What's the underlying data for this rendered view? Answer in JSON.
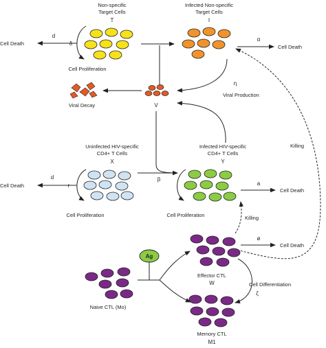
{
  "colors": {
    "target": "#f7e11b",
    "infected": "#f0932d",
    "virus": "#e45a25",
    "uninfected_hiv": "#cfe3f3",
    "infected_hiv": "#8ccc44",
    "ctl": "#7a2a86",
    "antigen": "#8ccc44",
    "line": "#222222"
  },
  "nodes": {
    "target": {
      "title1": "Non-specific",
      "title2": "Target Cells",
      "symbol": "T",
      "caption": "Cell Proliferation"
    },
    "infected": {
      "title1": "Infected Non-specific",
      "title2": "Target Cells",
      "symbol": "I"
    },
    "virus": {
      "symbol": "V"
    },
    "viral_decay": {
      "caption": "Viral Decay"
    },
    "viral_production": {
      "caption": "Viral Production"
    },
    "uninfected_hiv": {
      "title1": "Uninfected HIV-specific",
      "title2": "CD4+ T Cells",
      "symbol": "X",
      "caption": "Cell Proliferation"
    },
    "infected_hiv": {
      "title1": "Infected HIV-specific",
      "title2": "CD4+ T Cells",
      "symbol": "Y",
      "caption": "Cell Proliferation"
    },
    "naive_ctl": {
      "caption": "Naive CTL (Mo)"
    },
    "effector_ctl": {
      "caption": "Effector CTL",
      "symbol": "W"
    },
    "memory_ctl": {
      "caption": "Memory CTL",
      "symbol": "M1"
    },
    "antigen": {
      "label": "Ag"
    }
  },
  "rates": {
    "d_target": "d",
    "delta": "δ",
    "alpha": "α",
    "eta": "η",
    "d_uninfected": "d",
    "r": "r",
    "beta": "β",
    "a": "a",
    "phi": "ø",
    "zeta": "ζ"
  },
  "labels": {
    "cell_death_1": "Cell Death",
    "cell_death_2": "Cell Death",
    "cell_death_3": "Cell Death",
    "cell_death_4": "Cell Death",
    "cell_death_5": "Cell Death",
    "killing_1": "Killing",
    "killing_2": "Killing",
    "cell_differentiation": "Cell Differentiation"
  }
}
